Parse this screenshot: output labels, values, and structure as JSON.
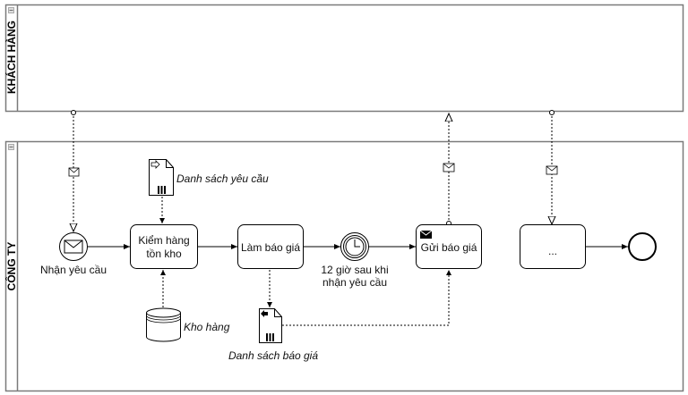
{
  "diagram": {
    "type": "BPMN collaboration",
    "pools": [
      {
        "id": "customer",
        "label": "KHÁCH HÀNG",
        "collapse_icon": "minus-icon"
      },
      {
        "id": "company",
        "label": "CÔNG TY",
        "collapse_icon": "minus-icon"
      }
    ],
    "events": {
      "start": {
        "label": "Nhận yêu cầu",
        "icon": "envelope-icon",
        "kind": "message-start-event"
      },
      "timer": {
        "label_line1": "12 giờ sau khi",
        "label_line2": "nhận yêu cầu",
        "icon": "clock-icon",
        "kind": "timer-intermediate-event"
      },
      "end": {
        "label": "",
        "kind": "end-event"
      }
    },
    "tasks": {
      "check_stock": {
        "line1": "Kiểm hàng",
        "line2": "tồn kho"
      },
      "make_quote": {
        "label": "Làm báo giá"
      },
      "send_quote": {
        "label": "Gửi báo giá",
        "icon": "envelope-filled-icon"
      },
      "next": {
        "label": "..."
      }
    },
    "data": {
      "request_list": {
        "label": "Danh sách yêu cầu",
        "kind": "data-input"
      },
      "quote_list": {
        "label": "Danh sách báo giá",
        "kind": "data-output"
      },
      "warehouse": {
        "label": "Kho hàng",
        "kind": "data-store"
      }
    },
    "message_flows": [
      {
        "from": "customer",
        "to": "start",
        "icon": "envelope-icon"
      },
      {
        "from": "send_quote",
        "to": "customer",
        "icon": "envelope-icon"
      },
      {
        "from": "customer",
        "to": "next",
        "icon": "envelope-icon"
      }
    ],
    "colors": {
      "stroke": "#000000",
      "pool_border": "#777777",
      "background": "#ffffff"
    }
  }
}
